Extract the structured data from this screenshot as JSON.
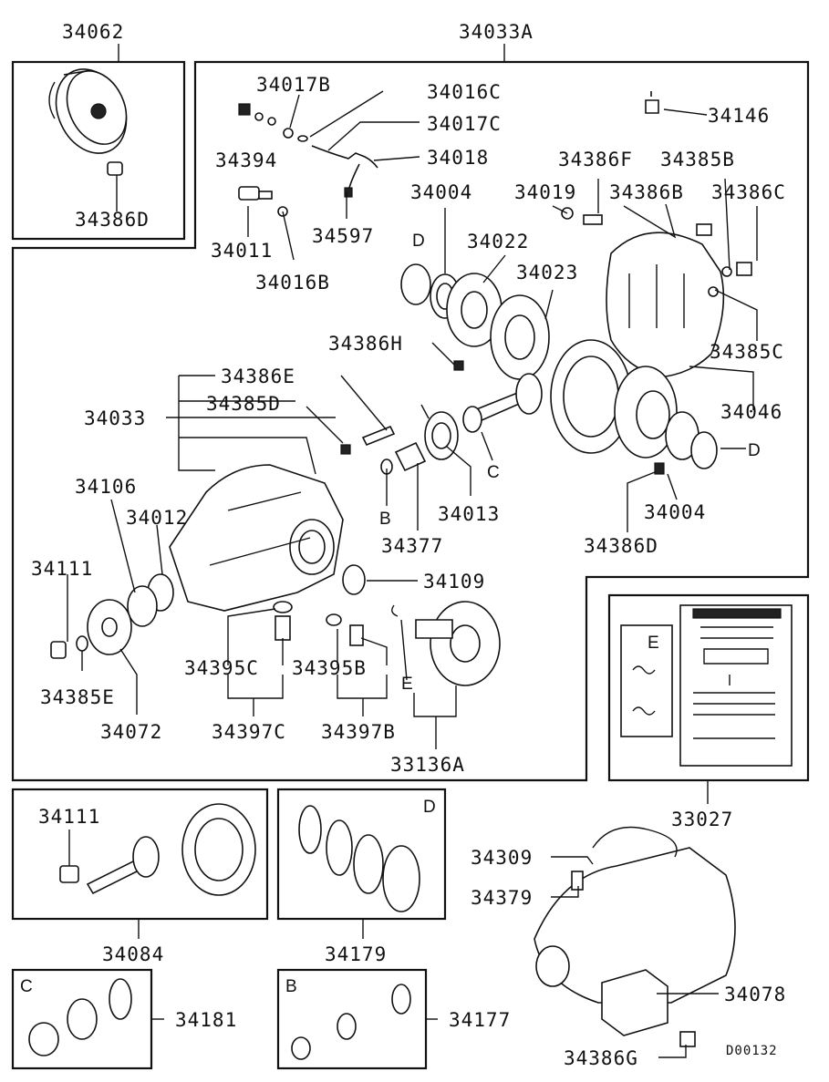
{
  "labels": {
    "p34062": "34062",
    "p34386D_top": "34386D",
    "p34033A": "34033A",
    "p34017B": "34017B",
    "p34016C": "34016C",
    "p34017C": "34017C",
    "p34394": "34394",
    "p34018": "34018",
    "p34146": "34146",
    "p34386F": "34386F",
    "p34385B": "34385B",
    "p34004_top": "34004",
    "p34019": "34019",
    "p34386B": "34386B",
    "p34386C": "34386C",
    "p34022": "34022",
    "p34011": "34011",
    "p34597": "34597",
    "p34016B": "34016B",
    "p34023": "34023",
    "p34385C": "34385C",
    "p34386H": "34386H",
    "p34386E": "34386E",
    "p34033": "34033",
    "p34385D": "34385D",
    "p34046": "34046",
    "p34106": "34106",
    "p34012": "34012",
    "p34013": "34013",
    "p34004_bot": "34004",
    "p34377": "34377",
    "p34386D_mid": "34386D",
    "p34111_main": "34111",
    "p34109": "34109",
    "p34395C": "34395C",
    "p34395B": "34395B",
    "p34385E": "34385E",
    "p34072": "34072",
    "p34397C": "34397C",
    "p34397B": "34397B",
    "p33136A": "33136A",
    "p33027": "33027",
    "p34111_kit": "34111",
    "p34084": "34084",
    "p34179": "34179",
    "p34309": "34309",
    "p34379": "34379",
    "p34181": "34181",
    "p34177": "34177",
    "p34078": "34078",
    "p34386G": "34386G",
    "ref_code": "D00132"
  },
  "letters": {
    "D_top": "D",
    "D_right": "D",
    "C_mid": "C",
    "B_mid": "B",
    "E_mid": "E",
    "E_manual": "E",
    "D_box": "D",
    "C_box": "C",
    "B_box": "B"
  }
}
